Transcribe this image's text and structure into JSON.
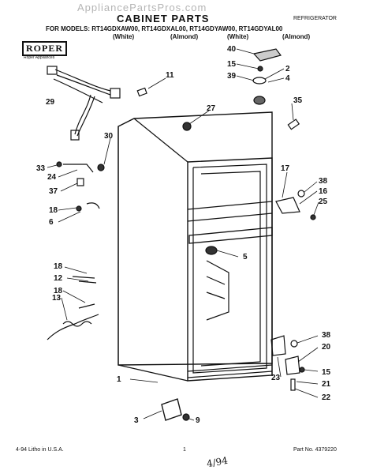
{
  "header": {
    "watermark": "AppliancePartsPros.com",
    "title": "CABINET PARTS",
    "category": "REFRIGERATOR",
    "models": "FOR MODELS: RT14GDXAW00, RT14GDXAL00, RT14GDYAW00, RT14GDYAL00",
    "colors": [
      "(White)",
      "(Almond)",
      "(White)",
      "(Almond)"
    ]
  },
  "logo": {
    "brand": "ROPER",
    "tagline": "Roper Appliances"
  },
  "callouts": [
    "1",
    "2",
    "3",
    "4",
    "5",
    "6",
    "9",
    "11",
    "12",
    "13",
    "15",
    "16",
    "17",
    "18",
    "20",
    "21",
    "22",
    "23",
    "24",
    "25",
    "27",
    "29",
    "30",
    "33",
    "35",
    "37",
    "38",
    "39",
    "40"
  ],
  "footer": {
    "left": "4-94 Litho in U.S.A.",
    "page": "1",
    "part": "Part No. 4379220",
    "handwritten": "4/94"
  }
}
